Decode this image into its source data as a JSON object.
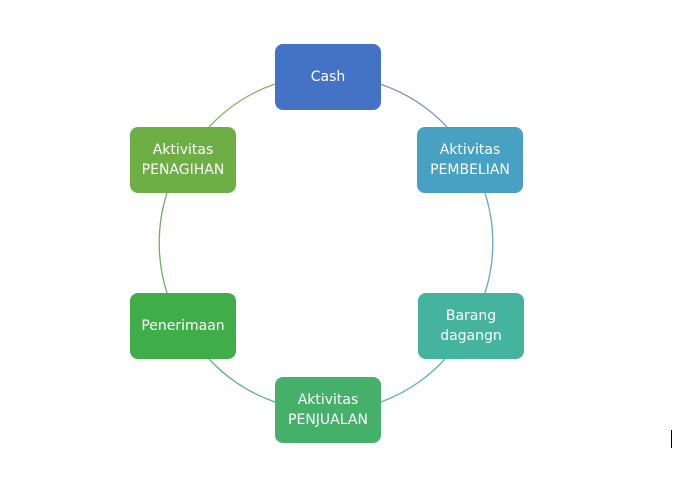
{
  "diagram": {
    "type": "cycle",
    "nodes": [
      {
        "id": "cash",
        "lines": [
          "Cash"
        ],
        "color": "#4472c4"
      },
      {
        "id": "pembelian",
        "lines": [
          "Aktivitas",
          "PEMBELIAN"
        ],
        "color": "#46a1c3"
      },
      {
        "id": "barang",
        "lines": [
          "Barang",
          "dagangn"
        ],
        "color": "#44b49e"
      },
      {
        "id": "penjualan",
        "lines": [
          "Aktivitas",
          "PENJUALAN"
        ],
        "color": "#45b069"
      },
      {
        "id": "penerimaan",
        "lines": [
          "Penerimaan"
        ],
        "color": "#3fad48"
      },
      {
        "id": "penagihan",
        "lines": [
          "Aktivitas",
          "PENAGIHAN"
        ],
        "color": "#6dae45"
      }
    ],
    "connector_colors": [
      "#7b94c9",
      "#64a9c6",
      "#5fb5a2",
      "#62b27e",
      "#6fb05a",
      "#83b460"
    ]
  }
}
